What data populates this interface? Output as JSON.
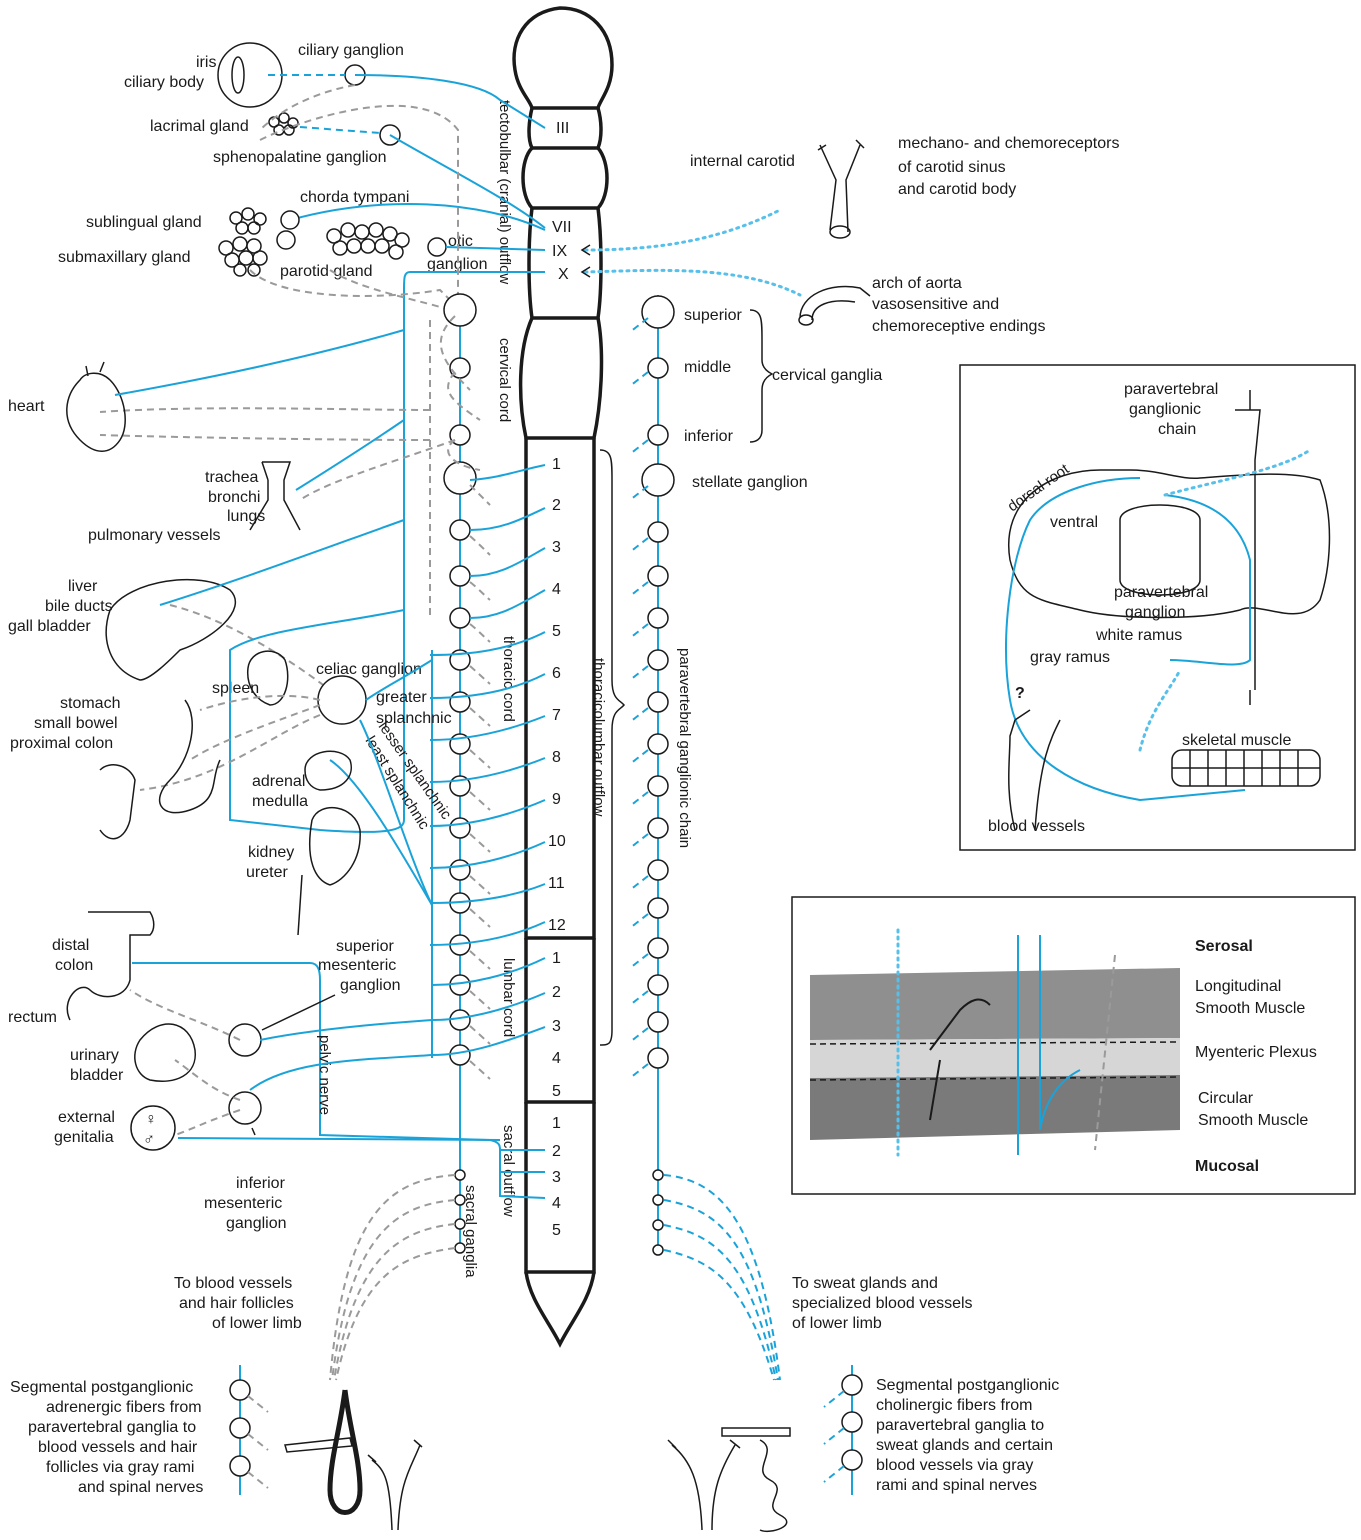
{
  "colors": {
    "preganglionic": "#1aa3d9",
    "postganglionic_gray": "#9a9a9a",
    "sensory_dotted": "#56c0ea",
    "outline": "#1a1a1a"
  },
  "cord": {
    "cranial": [
      "III",
      "VII",
      "IX",
      "X"
    ],
    "thoracic": [
      "1",
      "2",
      "3",
      "4",
      "5",
      "6",
      "7",
      "8",
      "9",
      "10",
      "11",
      "12"
    ],
    "lumbar": [
      "1",
      "2",
      "3",
      "4",
      "5"
    ],
    "sacral": [
      "1",
      "2",
      "3",
      "4",
      "5"
    ],
    "region_labels": {
      "tectobulbar": "tectobulbar (cranial) outflow",
      "cervical": "cervical cord",
      "thoracic": "thoracic cord",
      "lumbar": "lumbar cord",
      "sacral": "sacral outflow",
      "thoracolumbar": "thoracicolumbar outflow",
      "chain": "paravertebral ganglionic chain",
      "sacral_ganglia": "sacral ganglia"
    }
  },
  "left": {
    "iris": "iris",
    "ciliary_body": "ciliary body",
    "ciliary_ganglion": "ciliary ganglion",
    "lacrimal_gland": "lacrimal gland",
    "sphenopalatine_ganglion": "sphenopalatine ganglion",
    "chorda_tympani": "chorda tympani",
    "sublingual_gland": "sublingual gland",
    "submaxillary_gland": "submaxillary gland",
    "parotid_gland": "parotid gland",
    "otic": "otic",
    "ganglion": "ganglion",
    "heart": "heart",
    "trachea": "trachea",
    "bronchi": "bronchi",
    "lungs": "lungs",
    "pulmonary_vessels": "pulmonary vessels",
    "liver": "liver",
    "bile_ducts": "bile ducts",
    "gall_bladder": "gall bladder",
    "spleen": "spleen",
    "celiac_ganglion": "celiac ganglion",
    "greater": "greater",
    "splanchnic": "splanchnic",
    "lesser_splanchnic": "lesser splanchnic",
    "least_splanchnic": "least splanchnic",
    "stomach": "stomach",
    "small_bowel": "small bowel",
    "proximal_colon": "proximal colon",
    "adrenal": "adrenal",
    "medulla": "medulla",
    "kidney": "kidney",
    "ureter": "ureter",
    "distal": "distal",
    "colon": "colon",
    "rectum": "rectum",
    "superior": "superior",
    "mesenteric": "mesenteric",
    "urinary": "urinary",
    "bladder": "bladder",
    "external": "external",
    "genitalia": "genitalia",
    "pelvic_nerve": "pelvic nerve",
    "inferior": "inferior",
    "to_blood_1": "To blood vessels",
    "to_blood_2": "and hair follicles",
    "to_blood_3": "of lower limb",
    "seg_adr": [
      "Segmental postganglionic",
      "adrenergic fibers from",
      "paravertebral ganglia to",
      "blood vessels and hair",
      "follicles via gray rami",
      "and spinal nerves"
    ]
  },
  "right": {
    "internal_carotid": "internal carotid",
    "mechano": [
      "mechano- and chemoreceptors",
      "of carotid sinus",
      "and carotid body"
    ],
    "aorta": [
      "arch of aorta",
      "vasosensitive and",
      "chemoreceptive endings"
    ],
    "superior": "superior",
    "middle": "middle",
    "inferior": "inferior",
    "cervical_ganglia": "cervical ganglia",
    "stellate_ganglion": "stellate ganglion",
    "to_sweat": [
      "To sweat glands and",
      "specialized blood vessels",
      "of lower limb"
    ],
    "seg_chol": [
      "Segmental postganglionic",
      "cholinergic fibers from",
      "paravertebral ganglia to",
      "sweat glands and certain",
      "blood vessels via gray",
      "rami and spinal nerves"
    ]
  },
  "inset1": {
    "paravertebral_ganglionic": "paravertebral",
    "ganglionic": "ganglionic",
    "chain": "chain",
    "dorsal_root": "dorsal root",
    "ventral": "ventral",
    "paravertebral": "paravertebral",
    "ganglion": "ganglion",
    "white_ramus": "white ramus",
    "gray_ramus": "gray ramus",
    "question": "?",
    "skeletal_muscle": "skeletal muscle",
    "blood_vessels": "blood vessels"
  },
  "inset2": {
    "serosal": "Serosal",
    "longitudinal": "Longitudinal",
    "smooth_muscle_1": "Smooth Muscle",
    "myenteric_plexus": "Myenteric Plexus",
    "circular": "Circular",
    "smooth_muscle_2": "Smooth Muscle",
    "mucosal": "Mucosal"
  }
}
